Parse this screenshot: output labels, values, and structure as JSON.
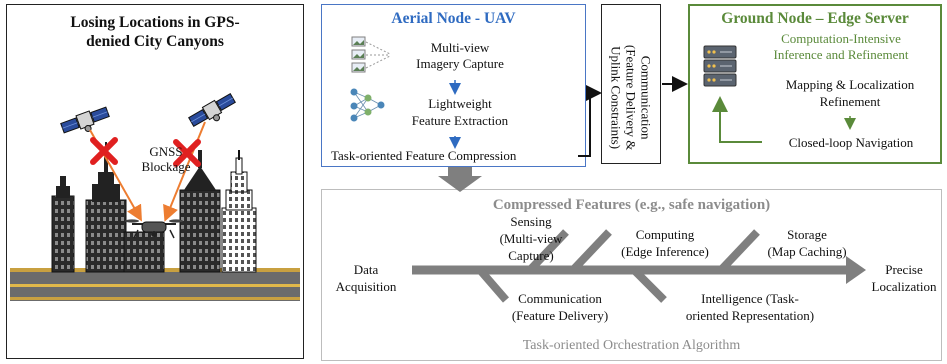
{
  "left_panel": {
    "title_line1": "Losing Locations in GPS-",
    "title_line2": "denied City Canyons",
    "gnss_line1": "GNSS",
    "gnss_line2": "Blockage"
  },
  "aerial_node": {
    "title": "Aerial Node - UAV",
    "step1_line1": "Multi-view",
    "step1_line2": "Imagery Capture",
    "step2_line1": "Lightweight",
    "step2_line2": "Feature Extraction",
    "step3": "Task-oriented Feature Compression"
  },
  "communication_box": {
    "line1": "Communication",
    "line2": "(Feature Delivery &",
    "line3": "Uplink Constraints)"
  },
  "ground_node": {
    "title": "Ground Node – Edge Server",
    "subtitle_line1": "Computation-Intensive",
    "subtitle_line2": "Inference and Refinement",
    "step1_line1": "Mapping & Localization",
    "step1_line2": "Refinement",
    "step2": "Closed-loop Navigation"
  },
  "fishbone": {
    "title": "Compressed Features (e.g., safe navigation)",
    "head_left_line1": "Data",
    "head_left_line2": "Acquisition",
    "head_right_line1": "Precise",
    "head_right_line2": "Localization",
    "sensing_line1": "Sensing",
    "sensing_line2": "(Multi-view",
    "sensing_line3": "Capture)",
    "computing_line1": "Computing",
    "computing_line2": "(Edge Inference)",
    "storage_line1": "Storage",
    "storage_line2": "(Map Caching)",
    "communication_line1": "Communication",
    "communication_line2": "(Feature Delivery)",
    "intelligence_line1": "Intelligence (Task-",
    "intelligence_line2": "oriented Representation)",
    "caption": "Task-oriented Orchestration Algorithm"
  },
  "colors": {
    "aerial_blue": "#2f6bc1",
    "ground_green": "#5a8a3a",
    "fishbone_gray": "#7f7f7f",
    "signal_orange": "#ed7d31",
    "block_red": "#e02020"
  }
}
